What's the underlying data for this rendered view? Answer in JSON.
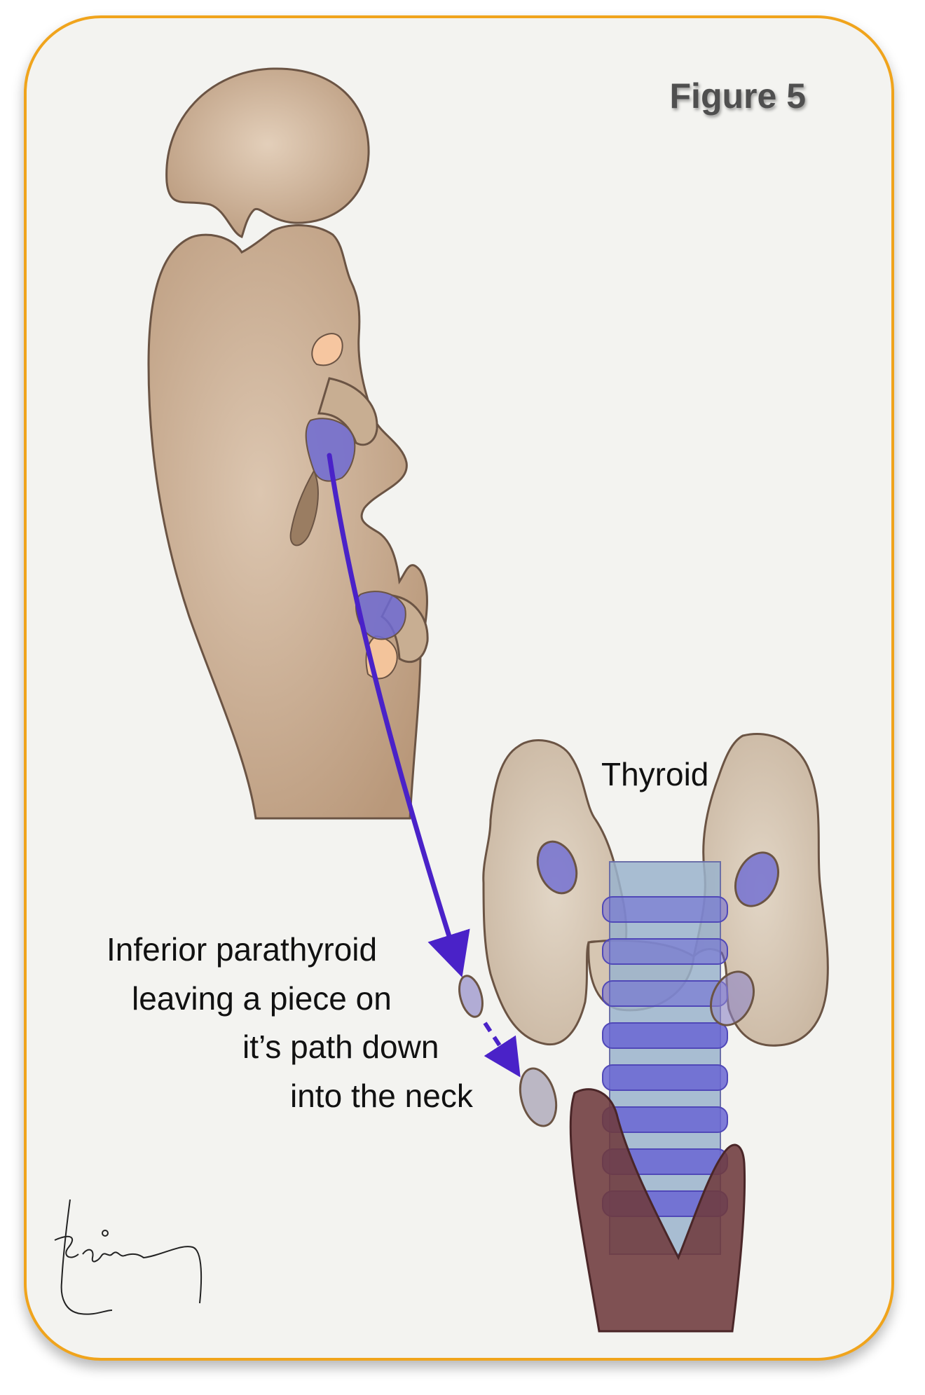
{
  "figure": {
    "title": "Figure 5"
  },
  "labels": {
    "thyroid": "Thyroid",
    "caption_lines": [
      "Inferior parathyroid",
      "leaving  a piece on",
      "it’s path down",
      "into the neck"
    ]
  },
  "colors": {
    "frame_border": "#f0a41c",
    "background": "#f3f3f0",
    "tissue": "#c8ae92",
    "thyroid": "#d8c9b6",
    "parathyroid_tissue": "#6d6ad2",
    "path_arrow": "#4a22c8",
    "trachea_ring": "#6a66d4",
    "larynx": "#6e3a3c",
    "outline": "#6b5444"
  },
  "signature": "Karian"
}
